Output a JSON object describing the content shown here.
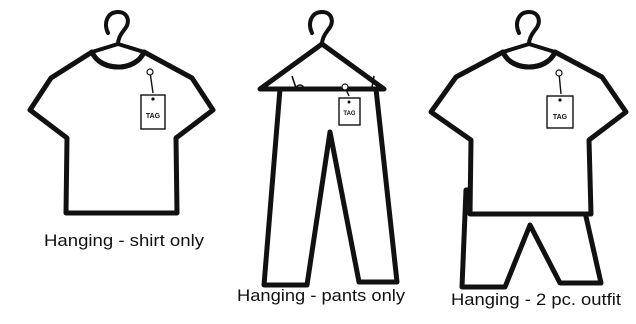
{
  "items": [
    {
      "id": "shirt",
      "tag": "TAG",
      "caption": "Hanging - shirt only"
    },
    {
      "id": "pants",
      "tag": "TAG",
      "caption": "Hanging - pants only"
    },
    {
      "id": "outfit",
      "tag": "TAG",
      "caption": "Hanging - 2 pc. outfit"
    }
  ]
}
